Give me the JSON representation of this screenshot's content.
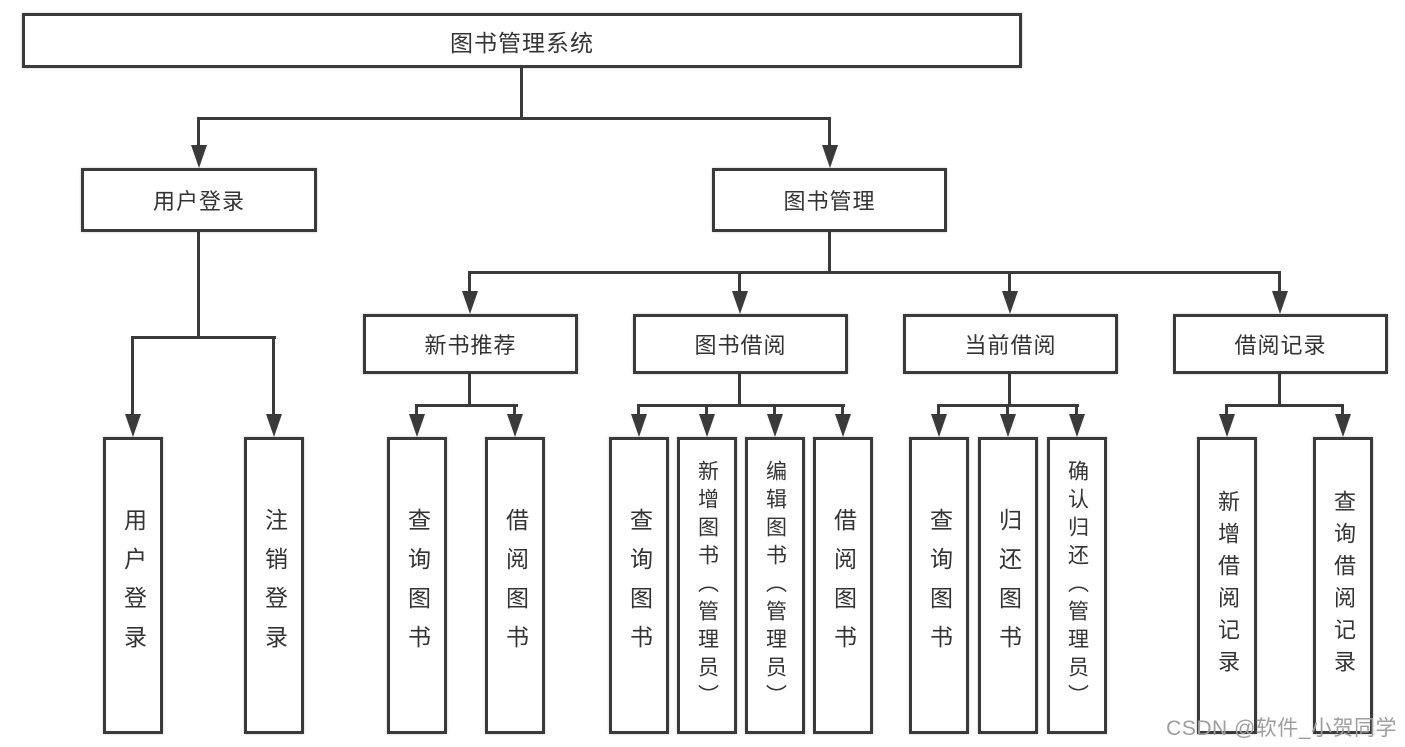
{
  "tree": {
    "root": "图书管理系统",
    "branches": [
      {
        "label": "用户登录",
        "children": [
          "用户登录",
          "注销登录"
        ]
      },
      {
        "label": "图书管理",
        "sections": [
          {
            "label": "新书推荐",
            "children": [
              "查询图书",
              "借阅图书"
            ]
          },
          {
            "label": "图书借阅",
            "children": [
              "查询图书",
              "新增图书（管理员）",
              "编辑图书（管理员）",
              "借阅图书"
            ]
          },
          {
            "label": "当前借阅",
            "children": [
              "查询图书",
              "归还图书",
              "确认归还（管理员）"
            ]
          },
          {
            "label": "借阅记录",
            "children": [
              "新增借阅记录",
              "查询借阅记录"
            ]
          }
        ]
      }
    ]
  },
  "watermark": {
    "text": "CSDN @软件_小贺同学"
  },
  "colors": {
    "line": "#3a3a3a",
    "text": "#333333",
    "watermark": "#9e9e9e"
  }
}
